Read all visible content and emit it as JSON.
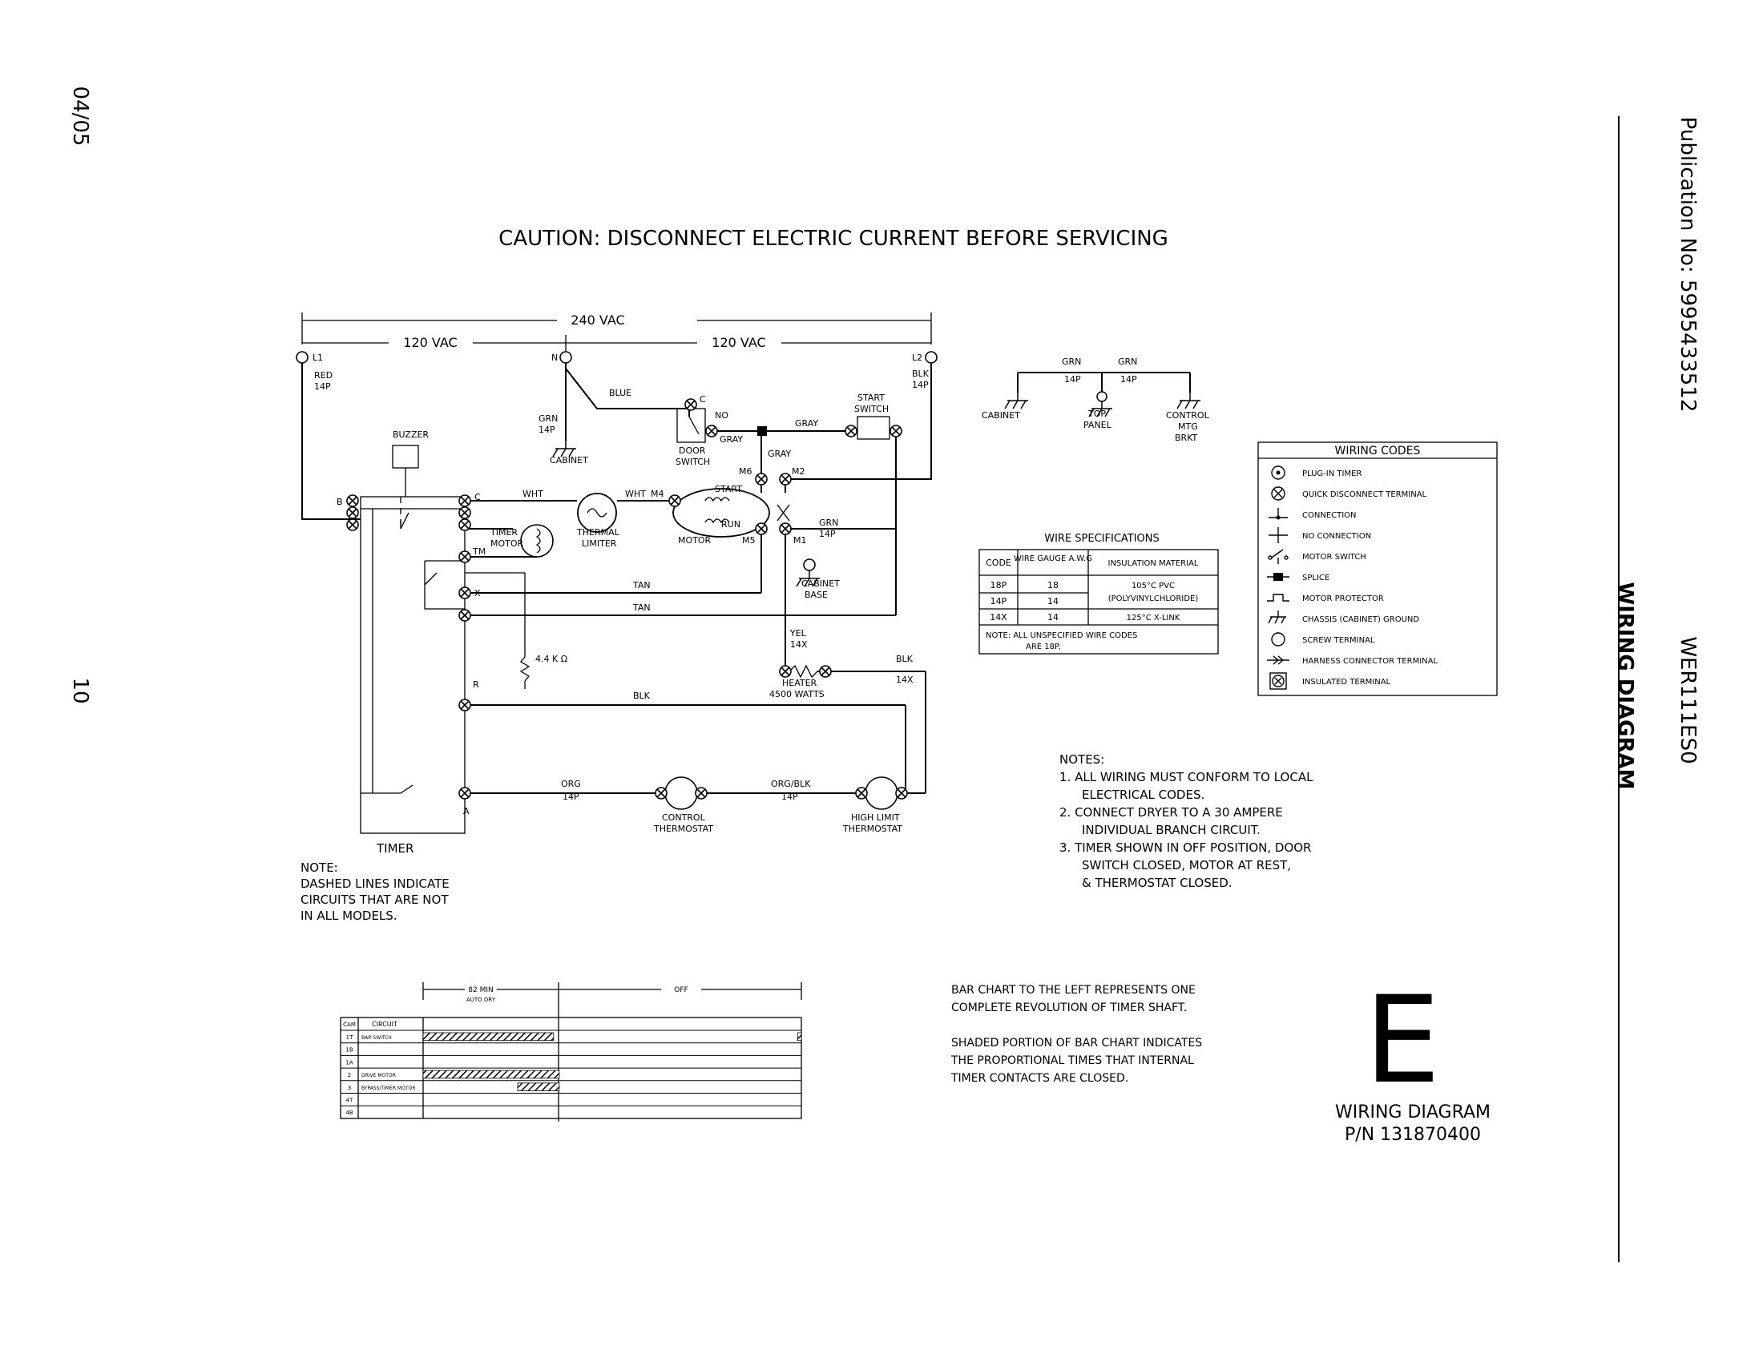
{
  "side": {
    "date": "04/05",
    "page_number": "10",
    "publication": "Publication No: 5995433512",
    "model": "WER111ES0",
    "section": "WIRING DIAGRAM"
  },
  "caution": "CAUTION: DISCONNECT ELECTRIC CURRENT BEFORE SERVICING",
  "supply": {
    "v240": "240 VAC",
    "v120_left": "120 VAC",
    "v120_right": "120 VAC",
    "l1": "L1",
    "l1_wire": [
      "RED",
      "14P"
    ],
    "n": "N",
    "l2": "L2",
    "l2_wire": [
      "BLK",
      "14P"
    ]
  },
  "labels": {
    "buzzer": "BUZZER",
    "blue": "BLUE",
    "grn14p": [
      "GRN",
      "14P"
    ],
    "cabinet": "CABINET",
    "door_c": "C",
    "door_no": "NO",
    "door_switch": [
      "DOOR",
      "SWITCH"
    ],
    "gray1": "GRAY",
    "gray2": "GRAY",
    "gray3": "GRAY",
    "start_switch": [
      "START",
      "SWITCH"
    ],
    "b": "B",
    "c": "C",
    "wht1": "WHT",
    "wht2": "WHT",
    "m4": "M4",
    "m6": "M6",
    "m2": "M2",
    "m5": "M5",
    "m1": "M1",
    "start": "START",
    "run": "RUN",
    "motor": "MOTOR",
    "thermal_limiter": [
      "THERMAL",
      "LIMITER"
    ],
    "timer_motor": [
      "TIMER",
      "MOTOR"
    ],
    "tm": "TM",
    "x": "X",
    "tan1": "TAN",
    "tan2": "TAN",
    "motor_grn": [
      "GRN",
      "14P"
    ],
    "cabinet_base": [
      "CABINET",
      "BASE"
    ],
    "resistor": "4.4 K Ω",
    "yel": [
      "YEL",
      "14X"
    ],
    "heater": [
      "HEATER",
      "4500 WATTS"
    ],
    "blk14x": [
      "BLK",
      "14X"
    ],
    "r": "R",
    "blk": "BLK",
    "org": [
      "ORG",
      "14P"
    ],
    "orgblk": [
      "ORG/BLK",
      "14P"
    ],
    "a": "A",
    "control_thermostat": [
      "CONTROL",
      "THERMOSTAT"
    ],
    "high_limit": [
      "HIGH LIMIT",
      "THERMOSTAT"
    ],
    "timer": "TIMER"
  },
  "dashed_note": [
    "NOTE:",
    "DASHED LINES INDICATE",
    "CIRCUITS THAT ARE NOT",
    "IN ALL MODELS."
  ],
  "ground_tree": {
    "grn1": "GRN",
    "grn1_code": "14P",
    "grn2": "GRN",
    "grn2_code": "14P",
    "cabinet": "CABINET",
    "top_panel": [
      "TOP",
      "PANEL"
    ],
    "control_mtg": [
      "CONTROL",
      "MTG",
      "BRKT"
    ]
  },
  "wire_specs": {
    "title": "WIRE SPECIFICATIONS",
    "headers": [
      "CODE",
      "WIRE GAUGE A.W.G",
      "INSULATION MATERIAL"
    ],
    "rows": [
      [
        "18P",
        "18"
      ],
      [
        "14P",
        "14"
      ],
      [
        "14X",
        "14",
        "125°C X-LINK"
      ]
    ],
    "pvc": [
      "105°C PVC",
      "(POLYVINYLCHLORIDE)"
    ],
    "note": [
      "NOTE: ALL UNSPECIFIED WIRE CODES",
      "ARE 18P."
    ]
  },
  "wiring_codes": {
    "title": "WIRING CODES",
    "items": [
      {
        "icon": "plug-in-timer-icon",
        "label": "PLUG-IN TIMER"
      },
      {
        "icon": "quick-disconnect-icon",
        "label": "QUICK DISCONNECT TERMINAL"
      },
      {
        "icon": "connection-icon",
        "label": "CONNECTION"
      },
      {
        "icon": "no-connection-icon",
        "label": "NO CONNECTION"
      },
      {
        "icon": "motor-switch-icon",
        "label": "MOTOR SWITCH"
      },
      {
        "icon": "splice-icon",
        "label": "SPLICE"
      },
      {
        "icon": "motor-protector-icon",
        "label": "MOTOR PROTECTOR"
      },
      {
        "icon": "chassis-ground-icon",
        "label": "CHASSIS (CABINET) GROUND"
      },
      {
        "icon": "screw-terminal-icon",
        "label": "SCREW TERMINAL"
      },
      {
        "icon": "harness-connector-icon",
        "label": "HARNESS CONNECTOR TERMINAL"
      },
      {
        "icon": "insulated-terminal-icon",
        "label": "INSULATED TERMINAL"
      }
    ]
  },
  "notes": {
    "title": "NOTES:",
    "lines": [
      "1. ALL WIRING MUST CONFORM TO LOCAL",
      "ELECTRICAL CODES.",
      "2. CONNECT DRYER TO A 30 AMPERE",
      "INDIVIDUAL BRANCH CIRCUIT.",
      "3. TIMER SHOWN IN OFF POSITION, DOOR",
      "SWITCH CLOSED, MOTOR AT REST,",
      "& THERMOSTAT CLOSED."
    ]
  },
  "timer_chart": {
    "seg1": "82 MIN",
    "seg1_sub": "AUTO DRY",
    "seg2": "OFF",
    "headers": [
      "CAM",
      "CIRCUIT"
    ],
    "rows": [
      {
        "cam": "1T",
        "circuit": "BAR SWITCH",
        "shade": [
          [
            0,
            0.345
          ],
          [
            0.99,
            1.0
          ]
        ]
      },
      {
        "cam": "1B",
        "circuit": "",
        "shade": []
      },
      {
        "cam": "1A",
        "circuit": "",
        "shade": []
      },
      {
        "cam": "2",
        "circuit": "DRIVE MOTOR",
        "shade": [
          [
            0,
            0.36
          ]
        ]
      },
      {
        "cam": "3",
        "circuit": "BYPASS/TIMER MOTOR",
        "shade": [
          [
            0.25,
            0.36
          ]
        ]
      },
      {
        "cam": "4T",
        "circuit": "",
        "shade": []
      },
      {
        "cam": "4B",
        "circuit": "",
        "shade": []
      }
    ]
  },
  "bar_chart_note": [
    "BAR CHART TO THE LEFT REPRESENTS ONE",
    "COMPLETE REVOLUTION OF TIMER SHAFT.",
    "",
    "SHADED PORTION OF BAR CHART INDICATES",
    "THE PROPORTIONAL TIMES THAT INTERNAL",
    "TIMER CONTACTS ARE CLOSED."
  ],
  "big_letter": "E",
  "diagram_title": "WIRING DIAGRAM",
  "part_number": "P/N 131870400"
}
